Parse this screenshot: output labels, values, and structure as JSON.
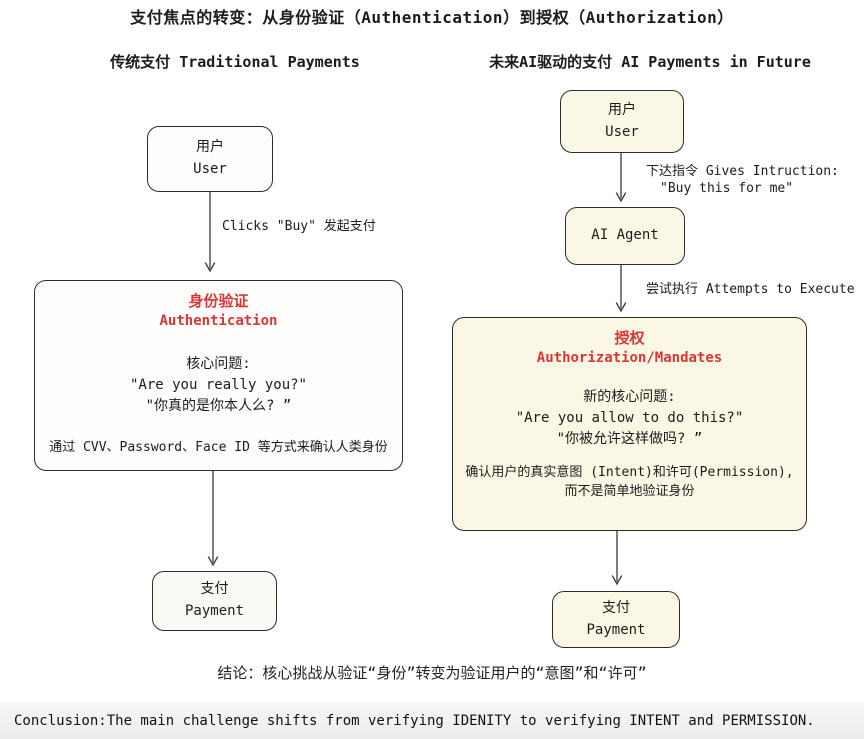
{
  "title": "支付焦点的转变：从身份验证（Authentication）到授权（Authorization）",
  "left": {
    "header": "传统支付 Traditional Payments",
    "user_box": {
      "zh": "用户",
      "en": "User"
    },
    "click_label": "Clicks \"Buy\" 发起支付",
    "auth_box": {
      "title_zh": "身份验证",
      "title_en": "Authentication",
      "question_label": "核心问题:",
      "question_en": "\"Are you really you?\"",
      "question_zh": "\"你真的是你本人么? ”",
      "footer": "通过 CVV、Password、Face ID 等方式来确认人类身份"
    },
    "payment_box": {
      "zh": "支付",
      "en": "Payment"
    }
  },
  "right": {
    "header": "未来AI驱动的支付 AI Payments in Future",
    "user_box": {
      "zh": "用户",
      "en": "User"
    },
    "instruction_label_line1": "下达指令 Gives Intruction:",
    "instruction_label_line2": "\"Buy this for me\"",
    "agent_box": {
      "label": "AI Agent"
    },
    "execute_label": "尝试执行 Attempts to Execute",
    "authz_box": {
      "title_zh": "授权",
      "title_en": "Authorization/Mandates",
      "question_label": "新的核心问题:",
      "question_en": "\"Are you allow to do this?\"",
      "question_zh": "\"你被允许这样做吗? ”",
      "footer_line1": "确认用户的真实意图 (Intent)和许可(Permission),",
      "footer_line2": "而不是简单地验证身份"
    },
    "payment_box": {
      "zh": "支付",
      "en": "Payment"
    }
  },
  "conclusion": {
    "zh": "结论：核心挑战从验证“身份”转变为验证用户的“意图”和“许可”",
    "en": "Conclusion:The main challenge shifts from verifying IDENITY to verifying INTENT and PERMISSION."
  },
  "colors": {
    "accent_red": "#d93636",
    "cream_box": "#fbf7e5",
    "footer_band": "#f1f1f1",
    "border": "#2d2d2d"
  }
}
